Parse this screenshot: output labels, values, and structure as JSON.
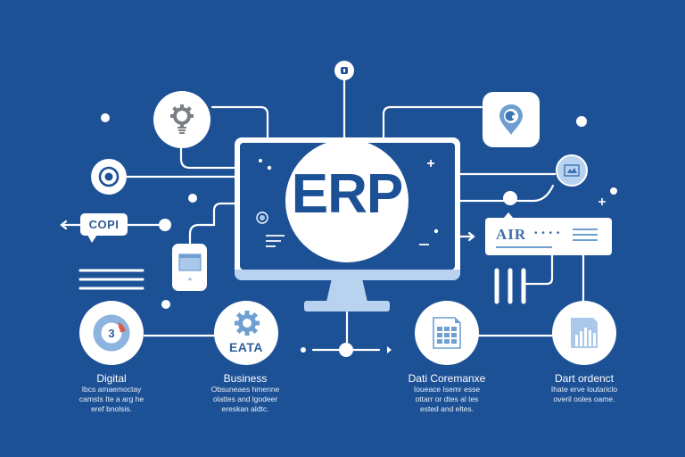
{
  "illustration": {
    "title": "ERP",
    "colors": {
      "background": "#1d5196",
      "white": "#ffffff",
      "light_blue": "#a9c8ea",
      "mid_blue": "#6f9fd1",
      "accent_red": "#e05a4a",
      "icon_gray": "#7a7f86"
    },
    "monitor": {
      "screen_label": "ERP",
      "icons": [
        "sparkle-dots",
        "plus-icon",
        "minus-icon",
        "badge-icon",
        "text-lines-icon"
      ]
    },
    "top_nodes": [
      {
        "name": "lightbulb-gear",
        "icon": "lightbulb-gear-icon"
      },
      {
        "name": "top-badge",
        "icon": "shield-icon"
      },
      {
        "name": "location",
        "icon": "map-pin-icon"
      },
      {
        "name": "target",
        "icon": "target-icon"
      },
      {
        "name": "image-node",
        "icon": "image-icon"
      }
    ],
    "copi_label": "COPI",
    "air_box": {
      "label": "AIR",
      "dots": "• • • •"
    },
    "mobile_card": {
      "icon": "window-icon"
    },
    "bottom_nodes": [
      {
        "icon": "donut-chart-icon",
        "badge": "3",
        "title": "Digital",
        "desc": [
          "Ibcs amaemoctay",
          "camsts Ite a arg he",
          "eref bnolsis."
        ]
      },
      {
        "icon": "gear-icon",
        "badge": "EATA",
        "title": "Business",
        "desc": [
          "Obsuneaes hmenne",
          "olattes and lgodeer",
          "ereskan aldtc."
        ]
      },
      {
        "icon": "spreadsheet-icon",
        "badge": "",
        "title": "Dati Coremanxe",
        "desc": [
          "Ioueace Isemr esse",
          "ottarr or dtes al tes",
          "ested and eltes."
        ]
      },
      {
        "icon": "bar-chart-icon",
        "badge": "",
        "title": "Dart ordenct",
        "desc": [
          "Ihate erve loutariclo",
          "overil ooles oame."
        ]
      }
    ]
  }
}
